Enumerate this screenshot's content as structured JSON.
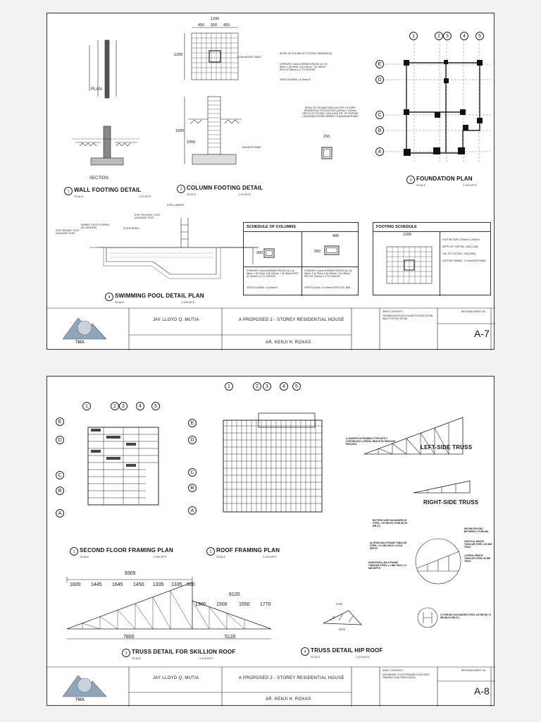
{
  "sheet_a7": {
    "details": {
      "wall_footing": {
        "title": "WALL FOOTING DETAIL",
        "scale": "SCALE",
        "ratio": "1:20 MTS",
        "num": "1",
        "ref": "A-7"
      },
      "column_footing": {
        "title": "COLUMN FOOTING DETAIL",
        "scale": "SCALE",
        "ratio": "1:20 MTS",
        "num": "2",
        "ref": "A-7"
      },
      "foundation_plan": {
        "title": "FOUNDATION PLAN",
        "scale": "SCALE",
        "ratio": "1:100 MTS",
        "num": "3",
        "ref": "A-7"
      },
      "pool": {
        "title": "SWIMMING POOL DETAIL PLAN",
        "scale": "SCALE",
        "ratio": "1:100 MTS",
        "num": "4",
        "ref": "A-7"
      }
    },
    "labels": {
      "plan": "PLAN",
      "section": "SECTION",
      "steel_ladder": "STEEL LADDER",
      "poly_tiles": "8\"X8\" POLYVINYL TILES UNGLAZED TILES",
      "marble": "MARBLE TILES FLOORING (ALL AROUND)",
      "drain": "FLOOR DRAIN",
      "ceramic": "8\"X8\" CERAMIC TILES UNGLAZED TILES",
      "col_detail": "DETAIL OF COLUMN OF 2-STOREY RESIDENTIAL",
      "stirrups": "STIRRUPS =10mm Ø REBAR SPACED @ 2 @ 50mm, 2 @ 75mm, 5 @ 100mm, 7 @ 150mm, REST AT 250mm O.C TO CENTER.",
      "vertical": "VERTICAL BARS = 8-16mm Ø",
      "footing_detail": "DETAIL OF COLUMN DWELLING FOR 2-STOREY RESIDENTIAL FOOTING SIZE=1200mm x 1200mm DEPTH OF FOOTING -1600 [1.6M] THK. OF FOOTING -300[.300M] FOOTING REBARS -8-16mmØ BOTHWAY",
      "bothway": "10mmØ BOTHWAY",
      "vert_bars": "8-16mmØ VERT. BARS",
      "dim_1200": "1200",
      "dim_450": "450",
      "dim_300": "300",
      "dim_150": "150",
      "dim_1600": "1600",
      "dim_1050": "1050"
    },
    "schedule_columns": {
      "title": "SCHEDULE OF COLUMNS",
      "dim_400": "400",
      "dim_300": "300",
      "dim_250": "250",
      "c1_text": "STIRRUPS =10mm Ø REBAR SPACED @ 2 @ 50mm, 2 @ 75mm, 5 @ 100mm, 7 @ 150mm REST AT 200mm O.C TO CENTER.",
      "c1_vert": "VERTICAL BARS = 8-16mm Ø",
      "c2_text": "STIRRUPS =10mm Ø REBAR SPACED @ 2 @ 50mm, 2 @ 75mm, 5 @ 100mm, 7 @ 150mm, REST AT 200mm O.C TO CENTER.",
      "c2_vert": "VERTICAL BAR = 8-16mm Ø VERTICAL BAR"
    },
    "footing_schedule": {
      "title": "FOOTING SCHEDULE",
      "dim": "1200",
      "size": "FOOTING SIZE=1200mm x 1200mm",
      "depth": "DEPTH OF FOOTING -1600 [1.6M]",
      "thk": "THK. OF FOOTING - 300[.300M]",
      "rebars": "FOOTING REBARS - 8-16mmØ BOTHWAY"
    },
    "grid_numbers": [
      "1",
      "2",
      "3",
      "4",
      "5"
    ],
    "grid_letters": [
      "E",
      "D",
      "C",
      "B",
      "A"
    ],
    "title_block": {
      "drawn_by": "JAY LLOYD Q. MUTIA",
      "project": "A PROPOSED 2 - STOREY RESIDENTIAL HOUSE",
      "architect": "AR. KENJI H. ROXAS",
      "contents": "FOUNDATION PLAN COLUMN FOOTING DETAIL WALL FOOTING DETAIL",
      "sheet_contents_label": "SHEET CONTENTS",
      "revisions_label": "REVISIONS",
      "sheet_label": "SHEET NO.",
      "sheet_no": "A-7",
      "logo": "TMA"
    }
  },
  "sheet_a8": {
    "details": {
      "second_floor": {
        "title": "SECOND FLOOR FRAMING PLAN",
        "scale": "SCALE",
        "ratio": "1:100 MTS",
        "num": "1",
        "ref": "A-8"
      },
      "roof_framing": {
        "title": "ROOF FRAMING PLAN",
        "scale": "SCALE",
        "ratio": "1:100 MTS",
        "num": "2",
        "ref": "A-8"
      },
      "skillion": {
        "title": "TRUSS DETAIL FOR SKILLION ROOF",
        "scale": "SCALE",
        "ratio": "1:100 MTS",
        "num": "3",
        "ref": "A-8"
      },
      "hip": {
        "title": "TRUSS DETAIL HIP ROOF",
        "scale": "SCALE",
        "ratio": "1:100 MTS",
        "num": "4",
        "ref": "A-8"
      }
    },
    "labels": {
      "left_truss": "LEFT-SIDE TRUSS",
      "right_truss": "RIGHT-SIDE TRUSS",
      "gnorpitch": "A GNORPITCH FRAMING TYPE WITH 2 CONTINUOUS LATERAL BRACE BY BRACING PROCESS",
      "battens": "BATTENS LINE GALVANIZED ID STEEL 1.00 MM (H) 75 MM (B) 30 MM (C)",
      "sloping": "SLOPING MA-N FRAME TUBULAR STEEL 1.5 I.MM THICK 1.5 B.M DEPTH",
      "horizontal": "HORIZONTAL MA-N FRAME TUBULAR STEEL x x MM THICK 1.5 MM DEPTH",
      "spacing": "600 MM SPACING BETWEEN C-PURLINS",
      "vbrace": "VERTICAL BRACE TUBULAR STEEL 100 MM THICK",
      "lbrace": "LATERAL BRACE TUBULAR STEEL 50 MM THICK",
      "cpurlins": "C-PURLINS GALVANIZED STEEL 100 MM (H) 75 MM (B) 20 MM (C)",
      "d9305": "9305",
      "d1600": "1600",
      "d1445": "1445",
      "d1645": "1645",
      "d1450": "1450",
      "d1335a": "1335",
      "d1335b": "1335",
      "d500": "500",
      "d6120": "6120",
      "d1300": "1300",
      "d1500": "1500",
      "d1550": "1550",
      "d1770": "1770",
      "d7800": "7800",
      "d5120": "5120",
      "d2790": "2790",
      "d2570": "2570"
    },
    "title_block": {
      "drawn_by": "JAY LLOYD Q. MUTIA",
      "project": "A PROPOSED 2 - STOREY RESIDENTIAL HOUSE",
      "architect": "AR. KENJI H. ROXAS",
      "contents": "SECONDARY FLOOR FRAMING PLAN ROOF FRAMING PLAN TRUSS DETAIL",
      "sheet_contents_label": "SHEET CONTENTS",
      "revisions_label": "REVISIONS",
      "sheet_label": "SHEET NO.",
      "sheet_no": "A-8",
      "logo": "TMA"
    }
  }
}
